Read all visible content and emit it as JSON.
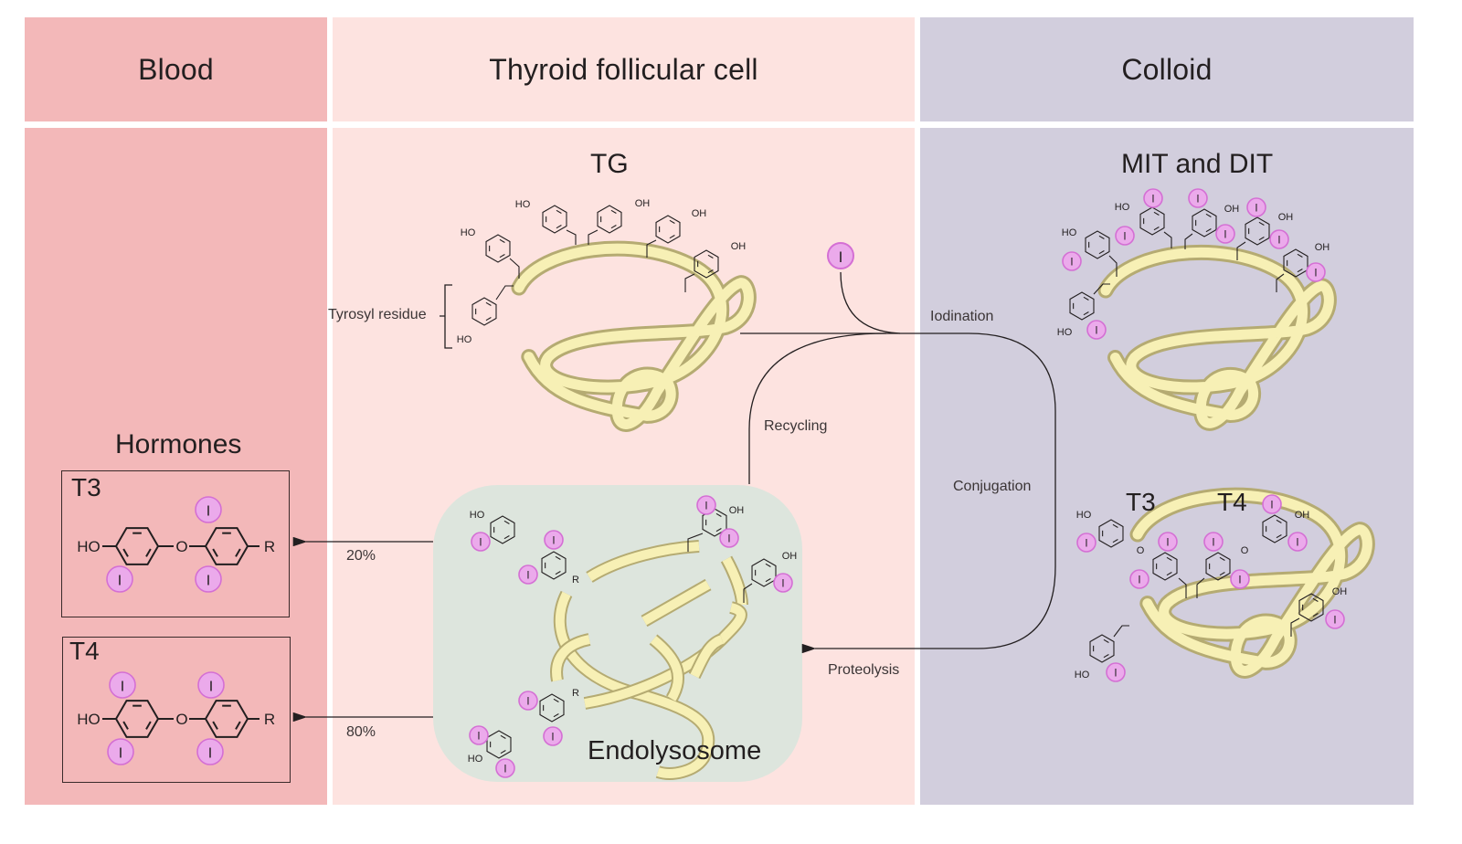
{
  "headers": {
    "blood": "Blood",
    "cell": "Thyroid follicular cell",
    "colloid": "Colloid"
  },
  "titles": {
    "tg": "TG",
    "mit_dit": "MIT and DIT",
    "hormones": "Hormones",
    "endolysosome": "Endolysosome",
    "colloid_t3": "T3",
    "colloid_t4": "T4"
  },
  "hormones": [
    {
      "name": "T3",
      "percent": "20%",
      "iodine_count": 3,
      "left_group": "HO",
      "right_group": "R",
      "bridge": "O"
    },
    {
      "name": "T4",
      "percent": "80%",
      "iodine_count": 4,
      "left_group": "HO",
      "right_group": "R",
      "bridge": "O"
    }
  ],
  "process_labels": {
    "tyrosyl_residue": "Tyrosyl residue",
    "iodination": "Iodination",
    "recycling": "Recycling",
    "conjugation": "Conjugation",
    "proteolysis": "Proteolysis"
  },
  "atoms": {
    "iodine": "I",
    "hydroxyl_left": "HO",
    "hydroxyl_right": "OH",
    "oxygen": "O",
    "r_group": "R"
  },
  "colors": {
    "blood_bg": "#f3b8b9",
    "cell_bg": "#fde3e0",
    "colloid_bg": "#d2cedd",
    "endolysosome_bg": "#dde5dd",
    "protein_fill": "#f7f0b5",
    "protein_stroke": "#b5ab72",
    "iodine_fill": "#ebaaeb",
    "iodine_stroke": "#d46fd4"
  }
}
